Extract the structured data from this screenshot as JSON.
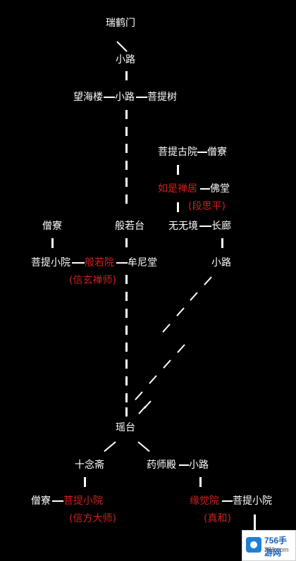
{
  "map": {
    "nodes": {
      "ruihemen": "瑞鹤门",
      "xiaolu_top": "小路",
      "wanghailou": "望海楼",
      "xiaolu_mid": "小路",
      "putishu": "菩提树",
      "putiguyuan": "菩提古院",
      "sengliao_right": "僧寮",
      "rushichanju": "如是禅居",
      "fotang": "佛堂",
      "duansiping": "(段思平)",
      "sengliao_left": "僧寮",
      "boreotai": "般若台",
      "wuwujing": "无无境",
      "changlang": "长廊",
      "putixiaoyuan_left": "菩提小院",
      "boreyuan": "般若院",
      "mounitang": "牟尼堂",
      "xiaolu_right": "小路",
      "xinxuan": "(信玄禅师)",
      "yaotai": "瑶台",
      "shinianzhai": "十念斋",
      "yaoshidian": "药师殿",
      "xiaolu_bottom": "小路",
      "sengliao_bottom": "僧寮",
      "putixiaoyuan_red": "菩提小院",
      "yuanjueyuan": "缘觉院",
      "putixiaoyuan_right": "菩提小院",
      "xinfang": "(信方大师)",
      "zhenhe": "(真和)"
    },
    "colors": {
      "background": "#000000",
      "text": "#ffffff",
      "highlight": "#d21f1f"
    }
  },
  "watermark": {
    "brand": "756手游网",
    "domain": "756.com",
    "icon": "logo-icon"
  }
}
